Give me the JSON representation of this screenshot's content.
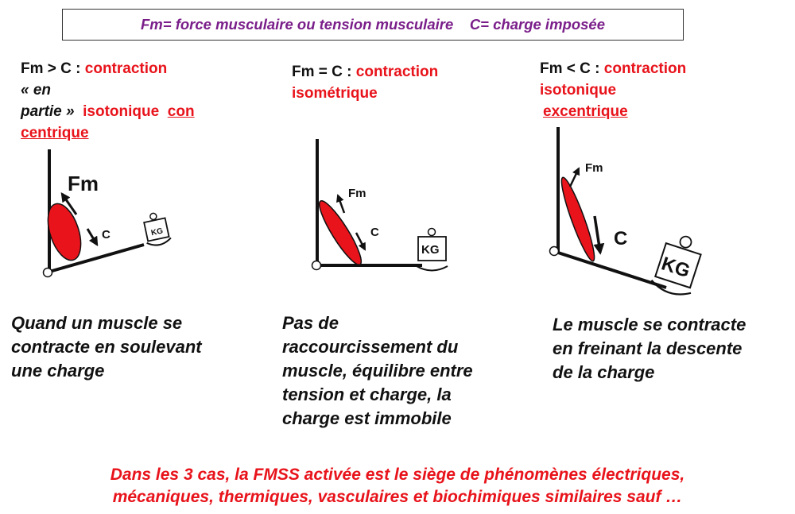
{
  "legend": {
    "fm_def": "Fm= force musculaire ou tension musculaire",
    "c_def": "C= charge imposée"
  },
  "panels": [
    {
      "line1_prefix": "Fm > C : ",
      "line1_red": "contraction",
      "line2": "« en",
      "line3_prefix": "partie »",
      "line3_red": "isotonique",
      "line3_red_ul": "con",
      "line4_red_ul": "centrique",
      "fm_label": "Fm",
      "c_label": "C",
      "weight_label": "KG",
      "description": [
        "Quand un muscle se",
        "contracte en soulevant",
        "une charge"
      ]
    },
    {
      "line1_prefix": "Fm = C : ",
      "line1_red": "contraction",
      "line2_red": "isométrique",
      "fm_label": "Fm",
      "c_label": "C",
      "weight_label": "KG",
      "description": [
        "Pas de",
        "raccourcissement du",
        "muscle, équilibre entre",
        "tension et charge, la",
        "charge est immobile"
      ]
    },
    {
      "line1_prefix": "Fm < C : ",
      "line1_red": "contraction",
      "line2_red": "isotonique",
      "line3_red_ul": "excentrique",
      "fm_label": "Fm",
      "c_label": "C",
      "weight_label": "KG",
      "description": [
        "Le muscle se contracte",
        "en freinant la descente",
        "de la charge"
      ]
    }
  ],
  "conclusion": [
    "Dans les 3 cas, la FMSS activée est le siège de phénomènes électriques,",
    "mécaniques, thermiques, vasculaires et biochimiques similaires sauf …"
  ],
  "colors": {
    "muscle": "#e8131b",
    "accent_red": "#e8131b",
    "legend_purple": "#7a1e8a"
  }
}
